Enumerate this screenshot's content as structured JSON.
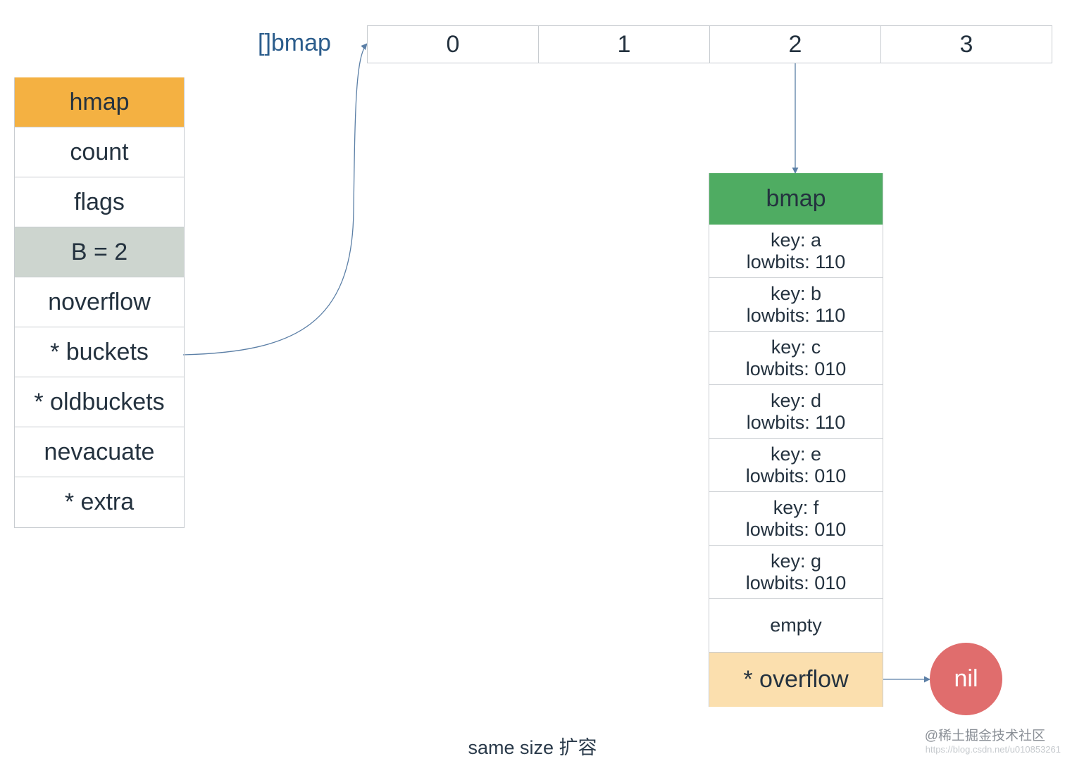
{
  "colors": {
    "hmap_header": "#f4b142",
    "b_field": "#cdd5cf",
    "bmap_header": "#4fac62",
    "overflow_field": "#fbdfae",
    "nil_node": "#e06d6d",
    "connector": "#5b7fa6",
    "array_label": "#2c5d8c"
  },
  "hmap": {
    "fields": [
      "hmap",
      "count",
      "flags",
      "B = 2",
      "noverflow",
      "* buckets",
      "* oldbuckets",
      "nevacuate",
      "* extra"
    ]
  },
  "buckets_array": {
    "label": "[]bmap",
    "indices": [
      "0",
      "1",
      "2",
      "3"
    ]
  },
  "bmap": {
    "title": "bmap",
    "slots": [
      {
        "key": "key: a",
        "lowbits": "lowbits: 110"
      },
      {
        "key": "key: b",
        "lowbits": "lowbits: 110"
      },
      {
        "key": "key: c",
        "lowbits": "lowbits: 010"
      },
      {
        "key": "key: d",
        "lowbits": "lowbits: 110"
      },
      {
        "key": "key: e",
        "lowbits": "lowbits: 010"
      },
      {
        "key": "key: f",
        "lowbits": "lowbits: 010"
      },
      {
        "key": "key: g",
        "lowbits": "lowbits: 010"
      }
    ],
    "empty_slot": "empty",
    "overflow": "* overflow"
  },
  "nil_node": "nil",
  "caption": "same size 扩容",
  "watermark": {
    "line1": "@稀土掘金技术社区",
    "line2": "https://blog.csdn.net/u010853261"
  }
}
